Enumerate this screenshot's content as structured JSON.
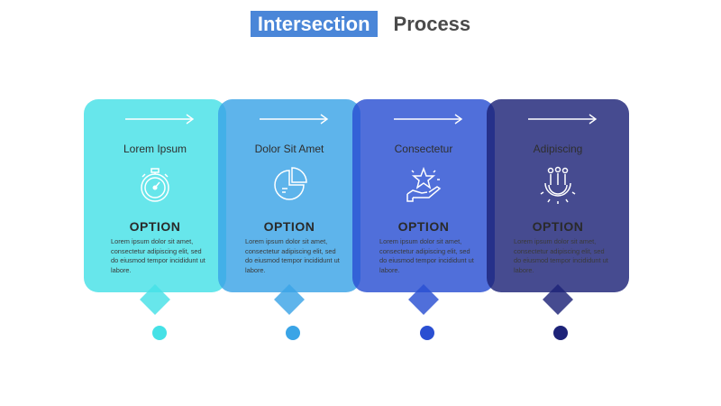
{
  "title": {
    "highlight": "Intersection",
    "rest": "Process"
  },
  "colors": {
    "title_bg": "#4a86d8",
    "text_dark": "#2e2e2e"
  },
  "steps": [
    {
      "heading": "Lorem Ipsum",
      "icon": "stopwatch-icon",
      "option": "OPTION",
      "body": "Lorem ipsum dolor sit amet, consectetur adipiscing elit, sed do eiusmod tempor incididunt ut labore.",
      "color": "#45e1e6",
      "dot_color": "#45e1e6"
    },
    {
      "heading": "Dolor Sit Amet",
      "icon": "pie-chart-icon",
      "option": "OPTION",
      "body": "Lorem ipsum dolor sit amet, consectetur adipiscing elit, sed do eiusmod tempor incididunt ut labore.",
      "color": "#3aa4e6",
      "dot_color": "#3aa4e6"
    },
    {
      "heading": "Consectetur",
      "icon": "star-in-hand-icon",
      "option": "OPTION",
      "body": "Lorem ipsum dolor sit amet, consectetur adipiscing elit, sed do eiusmod tempor incididunt ut labore.",
      "color": "#2a4fd2",
      "dot_color": "#2a4fd2"
    },
    {
      "heading": "Adipiscing",
      "icon": "team-gear-icon",
      "option": "OPTION",
      "body": "Lorem ipsum dolor sit amet, consectetur adipiscing elit, sed do eiusmod tempor incididunt ut labore.",
      "color": "#1d2378",
      "dot_color": "#1d2378"
    }
  ]
}
